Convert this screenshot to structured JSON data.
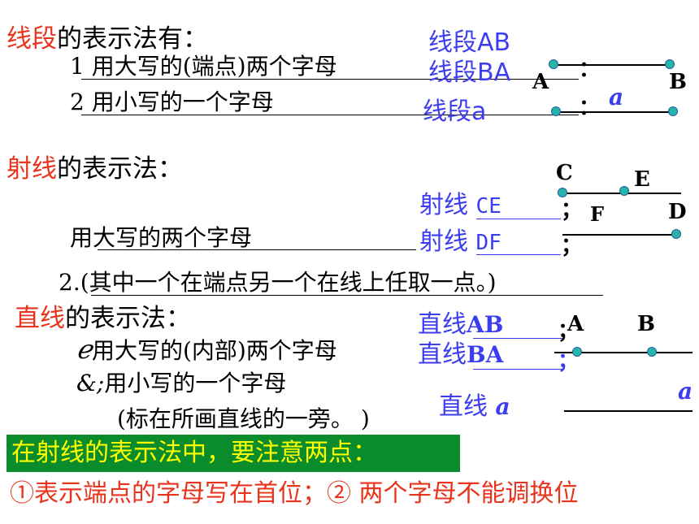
{
  "segment": {
    "title_red": "线段",
    "title_rest": "的表示法有：",
    "rule1": "1 用大写的(端点)两个字母",
    "rule2": "2 用小写的一个字母",
    "label_ab": "线段AB",
    "label_ba": "线段BA",
    "label_a": "线段a",
    "colon1": "：",
    "colon2": "：",
    "point_a": "A",
    "point_b": "B",
    "small_a": "a"
  },
  "ray": {
    "title_red": "射线",
    "title_rest": "的表示法：",
    "rule1": "用大写的两个字母",
    "rule2": "2.(其中一个在端点另一个在线上任取一点。)",
    "label_ce_prefix": "射线",
    "label_ce": "CE",
    "label_df_prefix": "射线",
    "label_df": "DF",
    "semi1": "；",
    "semi2": "；",
    "point_c": "C",
    "point_e": "E",
    "point_f": "F",
    "point_d": "D"
  },
  "line": {
    "title_red": "直线",
    "title_rest": "的表示法：",
    "rule1_marker": "ℯ",
    "rule1": "用大写的(内部)两个字母",
    "rule2_marker": "&;",
    "rule2": "用小写的一个字母",
    "rule3": "(标在所画直线的一旁。 )",
    "label_ab_prefix": "直线",
    "label_ab": "AB",
    "label_ba_prefix": "直线",
    "label_ba": "BA",
    "label_a_prefix": "直线",
    "label_a": "a",
    "semi1": "；",
    "semi2": "；",
    "point_a": "A",
    "point_b": "B",
    "small_a": "a"
  },
  "note": {
    "box_text": "在射线的表示法中，要注意两点：",
    "bottom_text": "①表示端点的字母写在首位；② 两个字母不能调换位"
  },
  "colors": {
    "red": "#e8341c",
    "blue": "#3d3df0",
    "green_box": "#0a8c2c",
    "yellow_text": "#ffff00",
    "dot_fill": "#27b5a9"
  }
}
